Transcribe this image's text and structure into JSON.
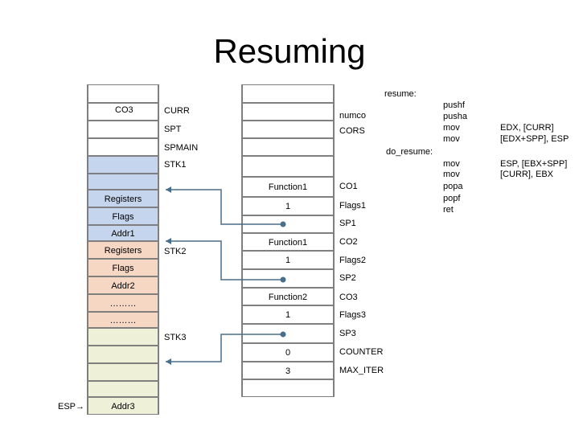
{
  "title": "Resuming",
  "left_stack": {
    "label_co3": "CO3",
    "cells": [
      {
        "text": "",
        "color": "#ffffff"
      },
      {
        "text": "",
        "color": "#ffffff"
      },
      {
        "text": "",
        "color": "#ffffff"
      },
      {
        "text": "",
        "color": "#ffffff"
      },
      {
        "text": "",
        "color": "#c5d5ee"
      },
      {
        "text": "",
        "color": "#c5d5ee"
      },
      {
        "text": "Registers",
        "color": "#c5d5ee"
      },
      {
        "text": "Flags",
        "color": "#c5d5ee"
      },
      {
        "text": "Addr1",
        "color": "#c5d5ee"
      },
      {
        "text": "Registers",
        "color": "#f6d7c4"
      },
      {
        "text": "Flags",
        "color": "#f6d7c4"
      },
      {
        "text": "Addr2",
        "color": "#f6d7c4"
      },
      {
        "text": "………",
        "color": "#f6d7c4"
      },
      {
        "text": "………",
        "color": "#f6d7c4"
      },
      {
        "text": "",
        "color": "#eef0d8"
      },
      {
        "text": "",
        "color": "#eef0d8"
      },
      {
        "text": "",
        "color": "#eef0d8"
      },
      {
        "text": "",
        "color": "#eef0d8"
      },
      {
        "text": "",
        "color": "#eef0d8"
      },
      {
        "text": "Addr3",
        "color": "#eef0d8"
      }
    ],
    "esp_label": "ESP"
  },
  "mid_labels": {
    "curr": "CURR",
    "spt": "SPT",
    "spmain": "SPMAIN",
    "stk1": "STK1",
    "stk2": "STK2",
    "stk3": "STK3"
  },
  "right_labels": {
    "numco": "numco",
    "cors": "CORS"
  },
  "mid_stack": {
    "cells": [
      {
        "text": ""
      },
      {
        "text": ""
      },
      {
        "text": ""
      },
      {
        "text": ""
      },
      {
        "text": ""
      },
      {
        "text": "Function1"
      },
      {
        "text": "1"
      },
      {
        "text": ""
      },
      {
        "text": "Function1"
      },
      {
        "text": "1"
      },
      {
        "text": ""
      },
      {
        "text": "Function2"
      },
      {
        "text": "1"
      },
      {
        "text": ""
      },
      {
        "text": "0"
      },
      {
        "text": "3"
      },
      {
        "text": ""
      },
      {
        "text": ""
      }
    ]
  },
  "struct_labels": [
    {
      "text": "CO1"
    },
    {
      "text": "Flags1"
    },
    {
      "text": "SP1"
    },
    {
      "text": "CO2"
    },
    {
      "text": "Flags2"
    },
    {
      "text": "SP2"
    },
    {
      "text": "CO3"
    },
    {
      "text": "Flags3"
    },
    {
      "text": "SP3"
    },
    {
      "text": "COUNTER"
    },
    {
      "text": "MAX_ITER"
    }
  ],
  "code": {
    "resume_label": "resume:",
    "do_resume_label": "do_resume:",
    "instructions": [
      "pushf",
      "pusha",
      "mov",
      "mov",
      "mov",
      "mov",
      "popa",
      "popf",
      "ret"
    ],
    "operands": [
      "EDX, [CURR]",
      "[EDX+SPP], ESP",
      "ESP, [EBX+SPP]",
      "[CURR], EBX"
    ]
  },
  "colors": {
    "wire": "#4a6f8a",
    "blue_region": "#c5d5ee",
    "orange_region": "#f6d7c4",
    "green_region": "#eef0d8"
  }
}
